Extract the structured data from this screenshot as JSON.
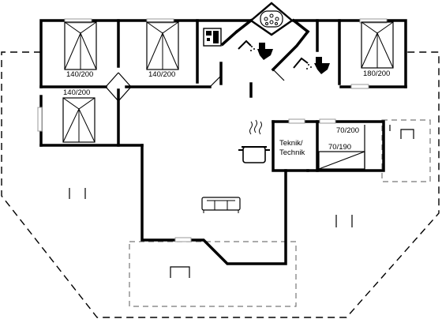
{
  "labels": {
    "bed_room_1": "140/200",
    "bed_room_2": "140/200",
    "bed_room_3": "180/200",
    "bed_room_4": "140/200",
    "bunk_upper": "70/200",
    "bunk_lower": "70/190",
    "utility_line1": "Teknik/",
    "utility_line2": "Technik"
  },
  "icons": [
    "spa-icon",
    "washing-machine-icon",
    "shower-icon",
    "toilet-icon",
    "cooking-pot-icon",
    "sofa-icon",
    "chair-icon"
  ],
  "colors": {
    "wall": "#000000",
    "terrace_line": "#000000",
    "background": "#ffffff"
  }
}
